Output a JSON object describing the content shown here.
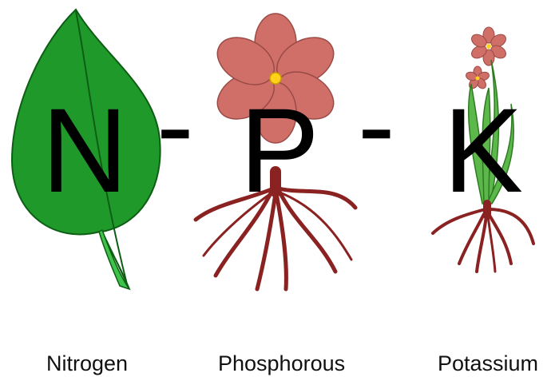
{
  "letters": {
    "n": "N",
    "dash1": "-",
    "p": "P",
    "dash2": "-",
    "k": "K"
  },
  "captions": {
    "nitrogen": "Nitrogen",
    "phosphorous": "Phosphorous",
    "potassium": "Potassium"
  },
  "colors": {
    "leaf_green": "#1f9a2a",
    "petal_pink": "#cf6f68",
    "flower_center": "#ffd11a",
    "root_red": "#8a2222",
    "stem_green": "#5cb84a"
  },
  "icons": [
    "leaf-icon",
    "flower-with-roots-icon",
    "small-plant-icon"
  ]
}
